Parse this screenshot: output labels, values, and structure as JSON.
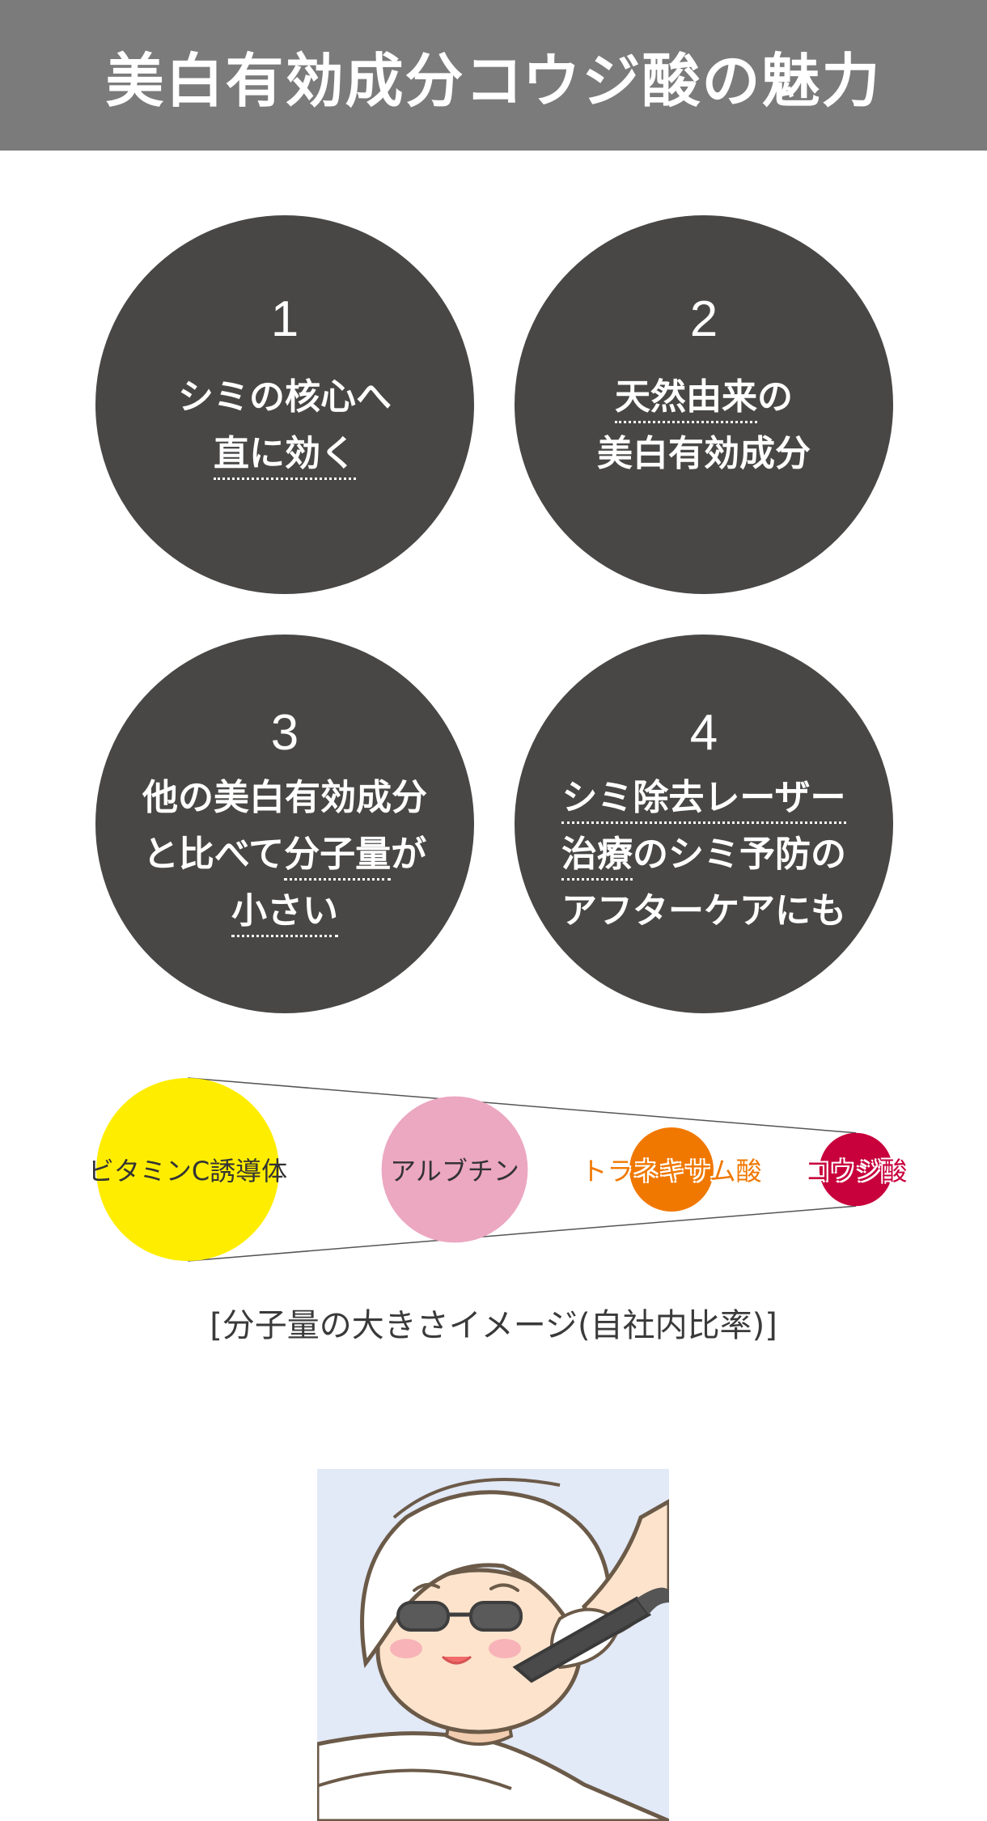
{
  "header": {
    "title": "美白有効成分コウジ酸の魅力"
  },
  "features": [
    {
      "number": "1",
      "lines": [
        {
          "plain": "シミの核心へ"
        },
        {
          "underlined": "直に効く"
        }
      ]
    },
    {
      "number": "2",
      "lines": [
        {
          "underlined": "天然由来",
          "plain": "の"
        },
        {
          "plain": "美白有効成分"
        }
      ]
    },
    {
      "number": "3",
      "lines": [
        {
          "plain": "他の美白有効成分"
        },
        {
          "plain": "と比べて",
          "underlined": "分子量",
          "plain2": "が"
        },
        {
          "underlined": "小さい"
        }
      ]
    },
    {
      "number": "4",
      "lines": [
        {
          "underlined": "シミ除去レーザー"
        },
        {
          "underlined": "治療",
          "plain": "のシミ予防の"
        },
        {
          "plain": "アフターケアにも"
        }
      ]
    }
  ],
  "molecules": [
    {
      "label": "ビタミンC誘導体",
      "color": "#ffed00",
      "label_color": "#333333",
      "relative_size": 1.0
    },
    {
      "label": "アルブチン",
      "color": "#eca7c1",
      "label_color": "#333333",
      "relative_size": 0.8
    },
    {
      "label": "トラネキサム酸",
      "color": "#f07800",
      "label_color": "#f07800",
      "relative_size": 0.46
    },
    {
      "label": "コウジ酸",
      "color": "#c8003c",
      "label_color": "#c8003c",
      "relative_size": 0.4
    }
  ],
  "caption": "[分子量の大きさイメージ(自社内比率)]",
  "colors": {
    "header_bg": "#7b7b7b",
    "circle_bg": "#484746",
    "illustration_bg": "#e2e9f7"
  }
}
